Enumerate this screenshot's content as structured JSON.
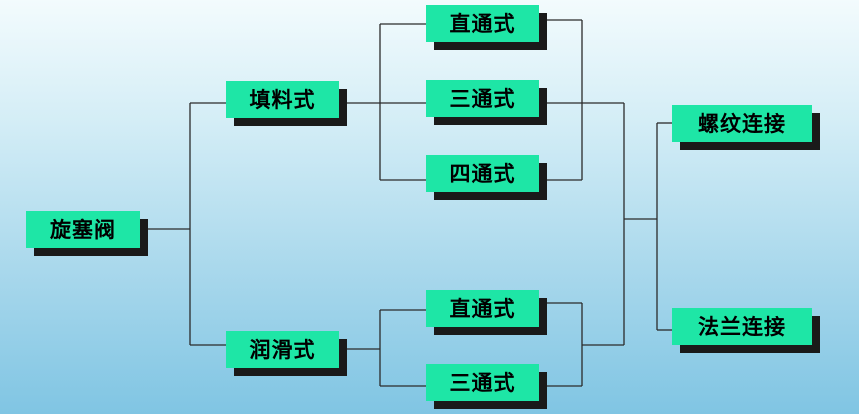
{
  "root": {
    "label": "旋塞阀"
  },
  "types": [
    {
      "label": "填料式",
      "subtypes": [
        "直通式",
        "三通式",
        "四通式"
      ]
    },
    {
      "label": "润滑式",
      "subtypes": [
        "直通式",
        "三通式"
      ]
    }
  ],
  "connections": [
    "螺纹连接",
    "法兰连接"
  ],
  "colors": {
    "node_fill": "#1ee6a6",
    "node_shadow": "#1a1a1a",
    "line": "#2b2b2b"
  }
}
